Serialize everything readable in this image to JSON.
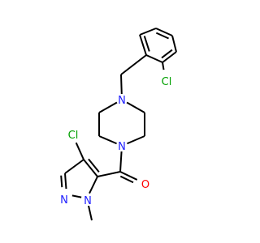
{
  "colors": {
    "bond": "#000000",
    "N": "#2020ff",
    "O": "#ff0000",
    "Cl": "#00a000",
    "C": "#000000",
    "background": "#ffffff"
  },
  "atoms": [
    {
      "id": "Cl1",
      "label": "Cl",
      "element": "Cl"
    },
    {
      "id": "N1",
      "label": "N",
      "element": "N"
    },
    {
      "id": "N2",
      "label": "N",
      "element": "N"
    },
    {
      "id": "Cl2",
      "label": "Cl",
      "element": "Cl"
    },
    {
      "id": "O1",
      "label": "O",
      "element": "O"
    },
    {
      "id": "N3",
      "label": "N",
      "element": "N"
    },
    {
      "id": "N4",
      "label": "N",
      "element": "N"
    }
  ]
}
